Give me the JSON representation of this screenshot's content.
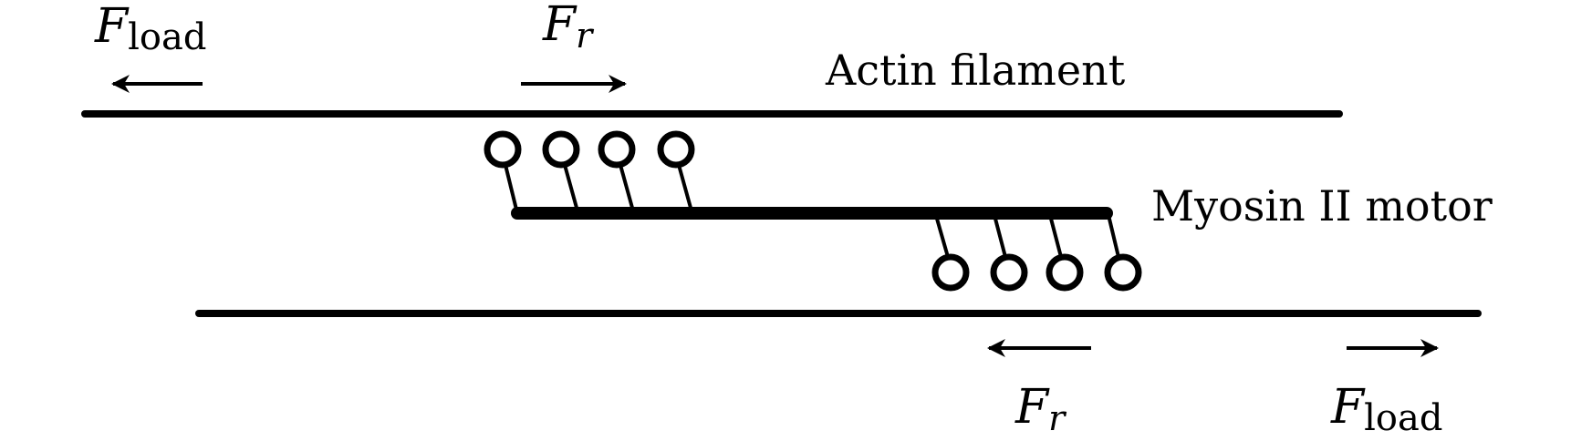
{
  "labels": {
    "actin": "Actin filament",
    "myosin": "Myosin II motor"
  },
  "forces": {
    "top_left": {
      "symbol": "F",
      "subscript": "load"
    },
    "top_right": {
      "symbol": "F",
      "subscript": "r"
    },
    "bottom_left": {
      "symbol": "F",
      "subscript": "r"
    },
    "bottom_right": {
      "symbol": "F",
      "subscript": "load"
    }
  },
  "colors": {
    "ink": "#000000",
    "background": "#ffffff"
  }
}
